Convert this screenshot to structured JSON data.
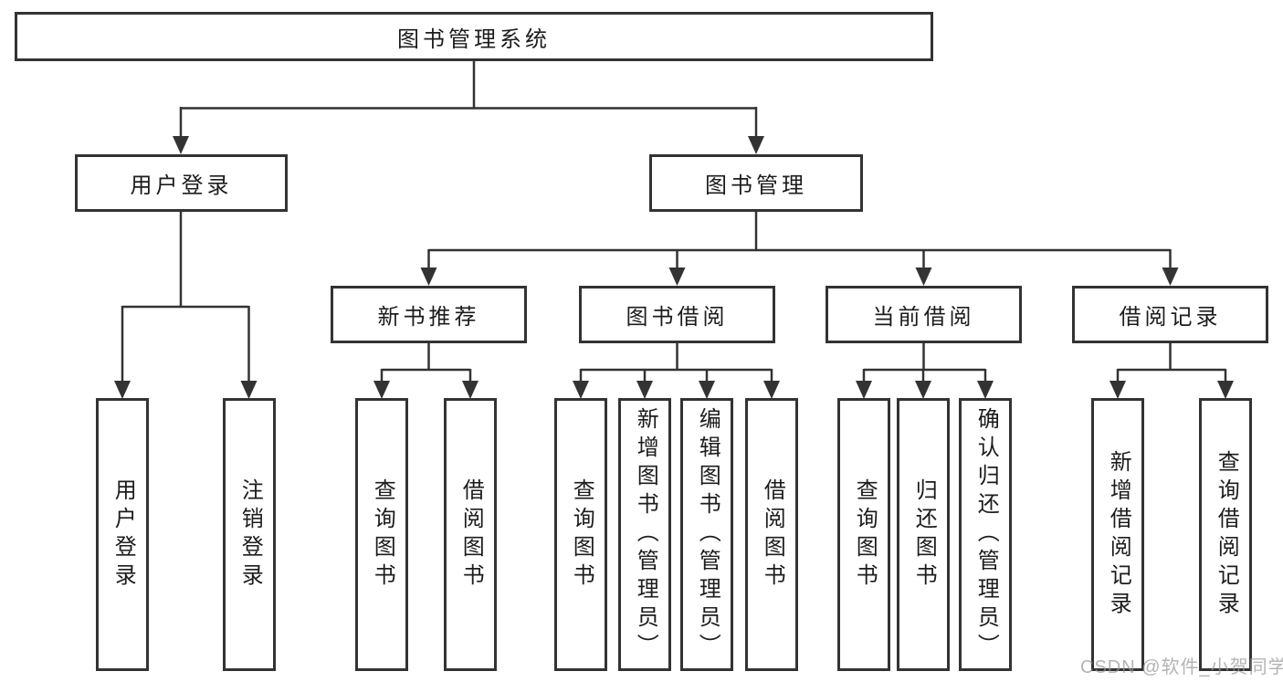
{
  "diagram": {
    "root": {
      "label": "图书管理系统"
    },
    "level2": [
      {
        "label": "用户登录",
        "children": [
          "用户登录",
          "注销登录"
        ]
      },
      {
        "label": "图书管理",
        "children": []
      }
    ],
    "level3": [
      {
        "label": "新书推荐",
        "children": [
          "查询图书",
          "借阅图书"
        ]
      },
      {
        "label": "图书借阅",
        "children": [
          "查询图书",
          "新增图书（管理员）",
          "编辑图书（管理员）",
          "借阅图书"
        ]
      },
      {
        "label": "当前借阅",
        "children": [
          "查询图书",
          "归还图书",
          "确认归还（管理员）"
        ]
      },
      {
        "label": "借阅记录",
        "children": [
          "新增借阅记录",
          "查询借阅记录"
        ]
      }
    ]
  },
  "watermark": {
    "text": "CSDN @软件_小贺同学"
  },
  "colors": {
    "line": "#333333",
    "box_border": "#333333",
    "text": "#1c1c1c",
    "watermark": "#969696",
    "background": "#ffffff"
  }
}
